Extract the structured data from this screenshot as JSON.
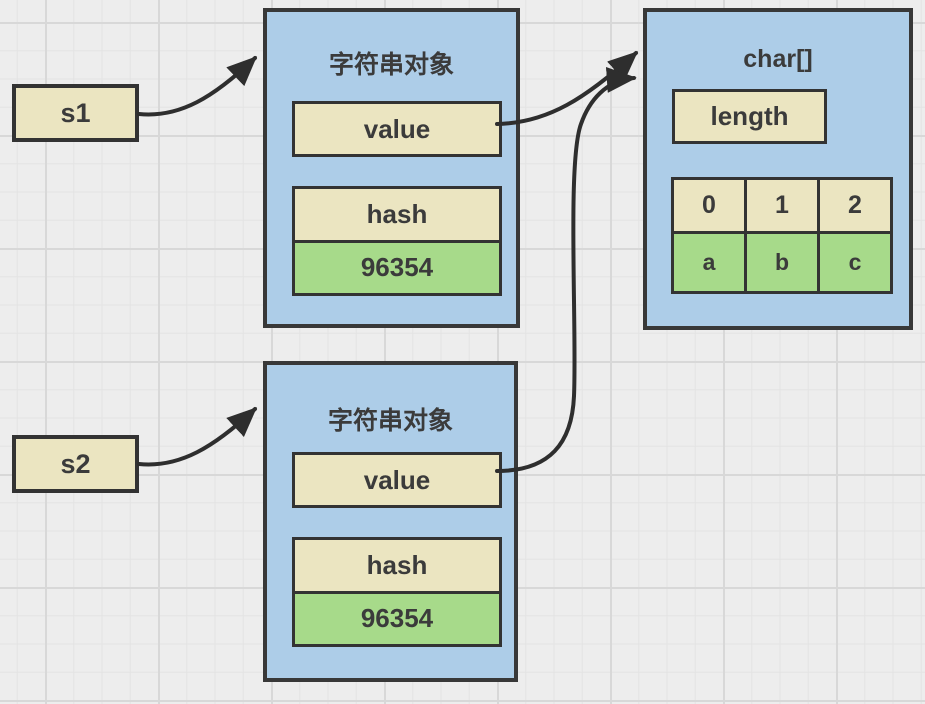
{
  "diagram": {
    "variables": [
      {
        "label": "s1"
      },
      {
        "label": "s2"
      }
    ],
    "string_objects": [
      {
        "title": "字符串对象",
        "value_label": "value",
        "hash_label": "hash",
        "hash_value": "96354"
      },
      {
        "title": "字符串对象",
        "value_label": "value",
        "hash_label": "hash",
        "hash_value": "96354"
      }
    ],
    "char_array": {
      "title": "char[]",
      "length_label": "length",
      "cells": [
        {
          "index": "0",
          "char": "a"
        },
        {
          "index": "1",
          "char": "b"
        },
        {
          "index": "2",
          "char": "c"
        }
      ]
    },
    "colors": {
      "canvas_bg": "#ededed",
      "node_blue": "#adcde8",
      "cell_yellow": "#ebe5c1",
      "cell_green": "#a7da8a",
      "border": "#333333",
      "arrow": "#2e2e2e"
    }
  }
}
